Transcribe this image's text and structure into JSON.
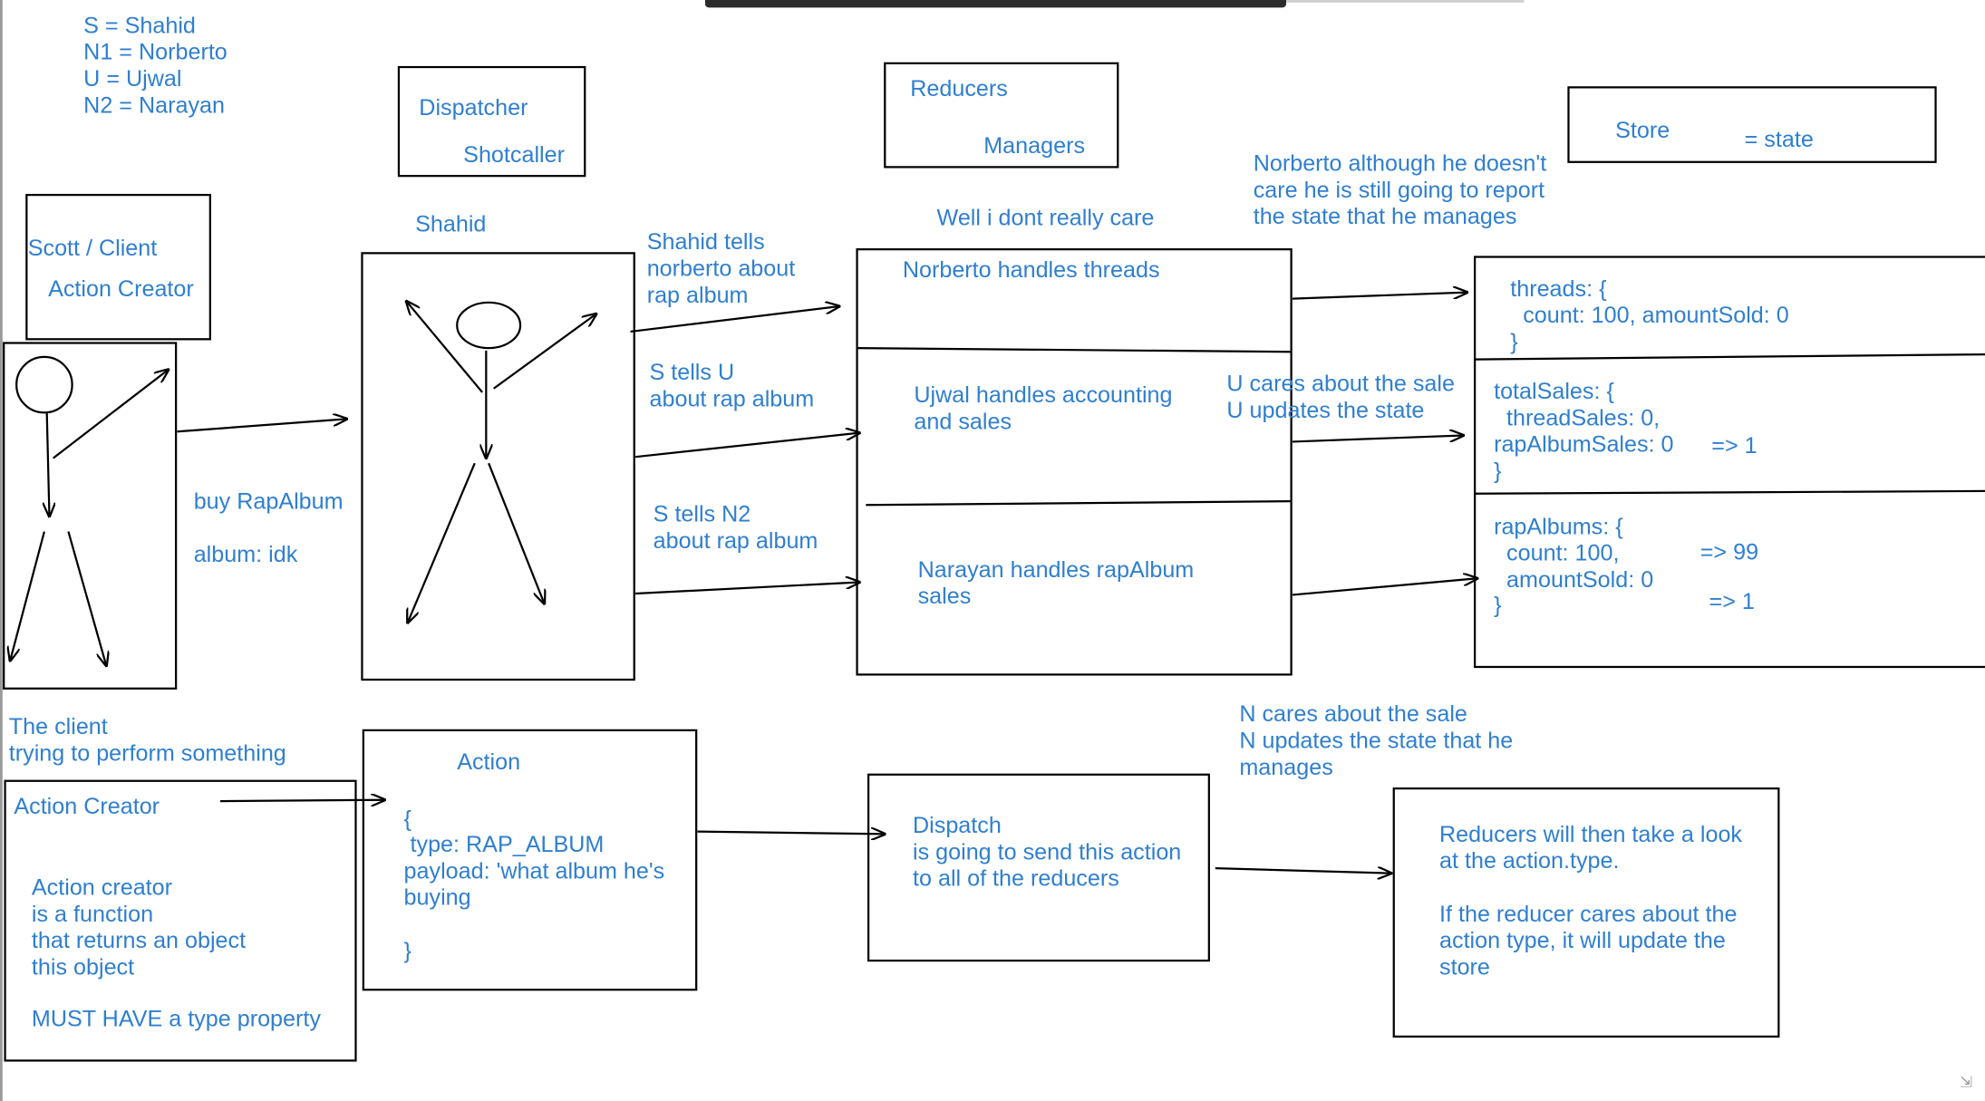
{
  "legend": {
    "line1": "S = Shahid",
    "line2": "N1 = Norberto",
    "line3": "U = Ujwal",
    "line4": "N2 = Narayan"
  },
  "dispatcher_box": {
    "title": "Dispatcher",
    "subtitle": "Shotcaller"
  },
  "reducers_box": {
    "title": "Reducers",
    "subtitle": "Managers"
  },
  "store_box": {
    "title": "Store",
    "subtitle": "= state"
  },
  "client": {
    "title_line1": "Scott / Client",
    "title_line2": "Action Creator",
    "caption_line1": "The client",
    "caption_line2": "trying to perform something"
  },
  "buy_label": {
    "line1": "buy RapAlbum",
    "line2": "album: idk"
  },
  "shahid_label": "Shahid",
  "messages": {
    "to_norberto": [
      "Shahid tells",
      "norberto about",
      "rap album"
    ],
    "to_ujwal": [
      "S tells U",
      "about rap album"
    ],
    "to_narayan": [
      "S tells N2",
      "about rap album"
    ]
  },
  "reducer_notes": {
    "top": "Well i dont really care",
    "norberto": [
      "Norberto although he doesn't",
      "care he is still going to report",
      "the state that he manages"
    ],
    "ujwal": [
      "U cares about the sale",
      "U updates the state"
    ],
    "narayan": [
      "N cares about the sale",
      "N updates the state that he",
      "manages"
    ]
  },
  "reducer_sections": {
    "norberto": "Norberto handles threads",
    "ujwal": [
      "Ujwal handles accounting",
      "and sales"
    ],
    "narayan": [
      "Narayan handles rapAlbum",
      "sales"
    ]
  },
  "store_state": {
    "threads": [
      "threads: {",
      "  count: 100, amountSold: 0",
      "}"
    ],
    "totalSales": [
      "totalSales: {",
      "  threadSales: 0,",
      "rapAlbumSales: 0",
      "}"
    ],
    "totalSales_update": "=> 1",
    "rapAlbums": [
      "rapAlbums: {",
      "  count: 100,",
      "  amountSold: 0",
      "}"
    ],
    "rapAlbums_count_update": "=> 99",
    "rapAlbums_sold_update": "=> 1"
  },
  "action_creator_box": {
    "title": "Action Creator",
    "body": [
      "Action creator",
      "is a function",
      "that returns an object",
      "this object",
      "",
      "MUST HAVE a type property"
    ]
  },
  "action_box": {
    "title": "Action",
    "body": [
      "{",
      " type: RAP_ALBUM",
      "payload: 'what album he's",
      "buying",
      "",
      "}"
    ]
  },
  "dispatch_box": {
    "body": [
      "Dispatch",
      "is going to send this action",
      "to all of the reducers"
    ]
  },
  "reducer_explain_box": {
    "body": [
      "Reducers will then take a look",
      "at the action.type.",
      "",
      "If the reducer cares about the",
      "action type, it will update the",
      "store"
    ]
  },
  "colors": {
    "text": "#2f7fcf",
    "stroke": "#000000",
    "background": "#ffffff"
  }
}
